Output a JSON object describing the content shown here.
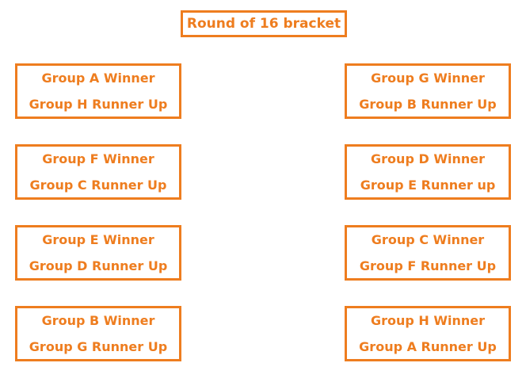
{
  "title": "Round of 16 bracket",
  "colors": {
    "accent": "#ee7d1f",
    "background": "#ffffff"
  },
  "left_matches": [
    {
      "team1": "Group A Winner",
      "team2": "Group H Runner Up"
    },
    {
      "team1": "Group F Winner",
      "team2": "Group C Runner Up"
    },
    {
      "team1": "Group E Winner",
      "team2": "Group D Runner Up"
    },
    {
      "team1": "Group B Winner",
      "team2": "Group G Runner Up"
    }
  ],
  "right_matches": [
    {
      "team1": "Group G Winner",
      "team2": "Group B Runner Up"
    },
    {
      "team1": "Group D Winner",
      "team2": "Group E Runner up"
    },
    {
      "team1": "Group C Winner",
      "team2": "Group F Runner Up"
    },
    {
      "team1": "Group H Winner",
      "team2": "Group A Runner Up"
    }
  ]
}
